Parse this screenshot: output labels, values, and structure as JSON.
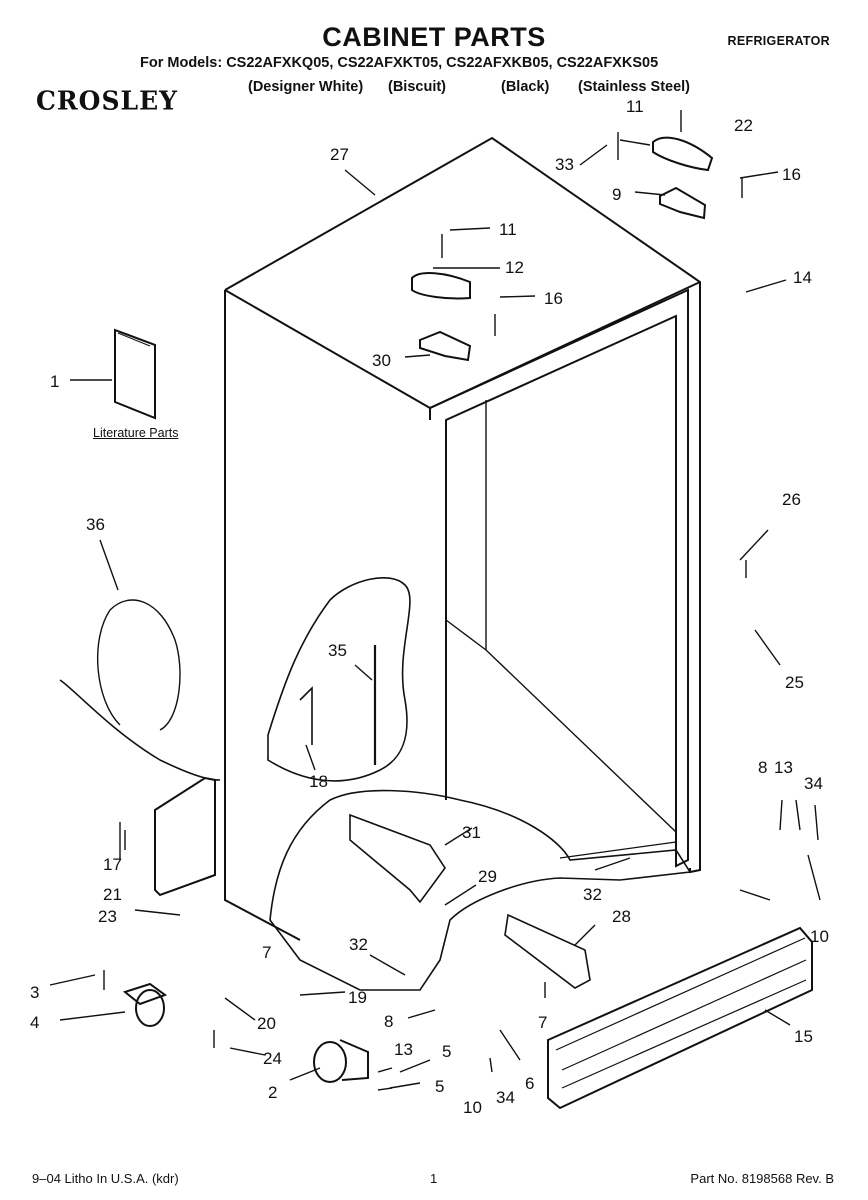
{
  "header": {
    "title": "CABINET PARTS",
    "category": "REFRIGERATOR",
    "models_line": "For Models: CS22AFXKQ05, CS22AFXKT05, CS22AFXKB05, CS22AFXKS05",
    "colors": [
      "(Designer White)",
      "(Biscuit)",
      "(Black)",
      "(Stainless Steel)"
    ],
    "brand": "CROSLEY"
  },
  "diagram": {
    "literature_label": "Literature Parts",
    "callouts": [
      "27",
      "11",
      "22",
      "33",
      "16",
      "9",
      "11",
      "12",
      "16",
      "14",
      "30",
      "1",
      "36",
      "26",
      "35",
      "25",
      "18",
      "8",
      "13",
      "34",
      "31",
      "17",
      "21",
      "29",
      "23",
      "28",
      "32",
      "7",
      "10",
      "32",
      "3",
      "19",
      "4",
      "20",
      "8",
      "7",
      "15",
      "5",
      "13",
      "24",
      "6",
      "2",
      "5",
      "10",
      "34"
    ]
  },
  "footer": {
    "left": "9–04 Litho In U.S.A. (kdr)",
    "page": "1",
    "right": "Part No. 8198568 Rev. B"
  }
}
